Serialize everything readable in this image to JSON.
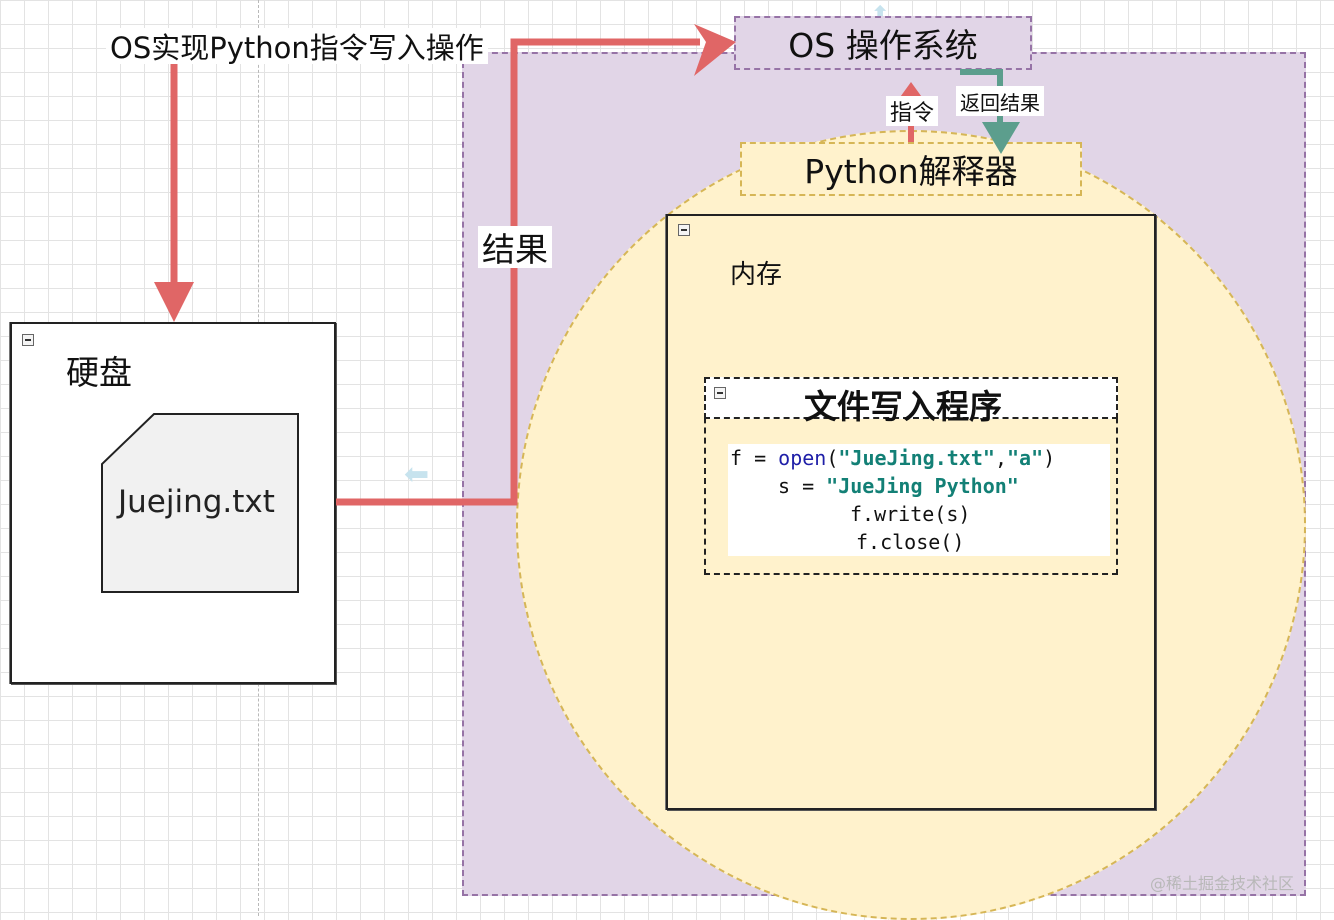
{
  "diagram": {
    "top_caption": "OS实现Python指令写入操作",
    "os_title": "OS 操作系统",
    "interpreter_title": "Python解释器",
    "memory_title": "内存",
    "disk_title": "硬盘",
    "file_name": "Juejing.txt",
    "program_title": "文件写入程序",
    "arrow_result": "结果",
    "arrow_instruction": "指令",
    "arrow_return": "返回结果",
    "code_tokens": {
      "l1_prefix": "f = ",
      "l1_kw": "open",
      "l1_open": "(",
      "l1_str1": "\"JueJing.txt\"",
      "l1_comma": ",",
      "l1_str2": "\"a\"",
      "l1_close": ")",
      "l2_prefix": "s = ",
      "l2_str": "\"JueJing Python\"",
      "l3": "f.write(s)",
      "l4": "f.close()"
    },
    "watermark": "@稀土掘金技术社区"
  },
  "colors": {
    "os_fill": "#e1d5e7",
    "os_border": "#9673a6",
    "memory_fill": "#fff2cc",
    "memory_border": "#d6b656",
    "write_arrow": "#e06666",
    "return_arrow": "#5c9e8d",
    "file_fill": "#f1f1f1",
    "code_keyword": "#1f1fa8",
    "code_string": "#138076"
  },
  "icons": [
    "collapse-icon",
    "file-icon",
    "arrow-down-icon",
    "arrow-up-icon"
  ]
}
